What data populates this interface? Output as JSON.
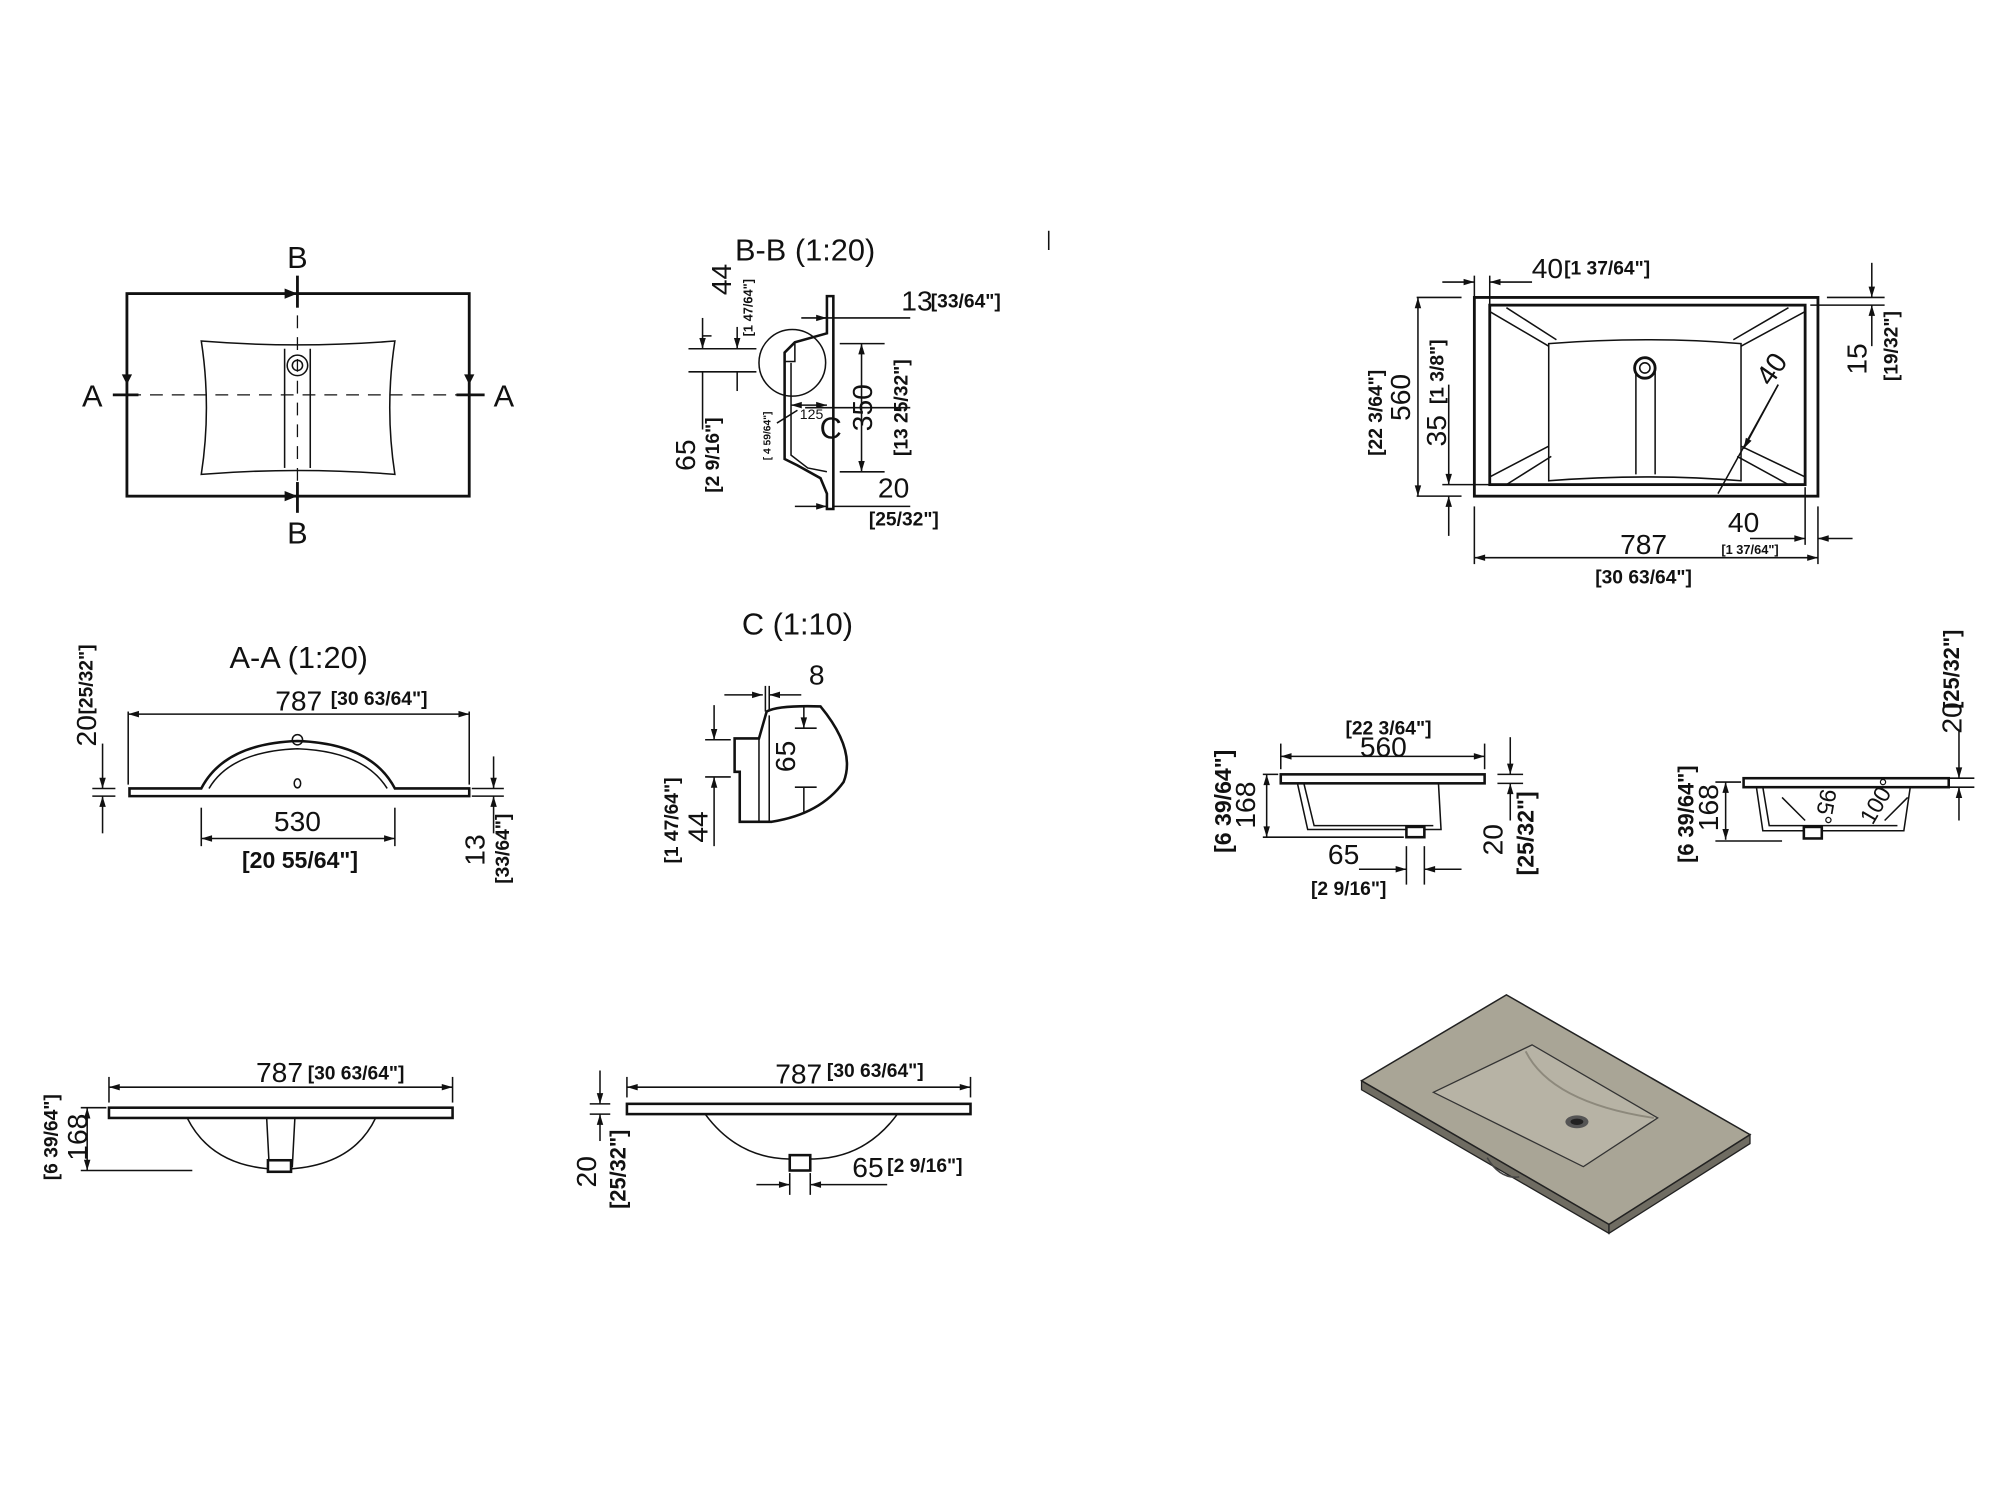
{
  "plan_view": {
    "section_b_top": "B",
    "section_b_bottom": "B",
    "section_a_left": "A",
    "section_a_right": "A"
  },
  "section_bb": {
    "title": "B-B (1:20)",
    "d44": "44",
    "d44_in": "[1 47/64\"]",
    "d13": "13",
    "d13_in": "[33/64\"]",
    "d350": "350",
    "d350_in": "[13 25/32\"]",
    "d65": "65",
    "d65_in": "[2 9/16\"]",
    "d125": "125",
    "d125_in": "[ 4 59/64\"]",
    "detail": "C",
    "d20": "20",
    "d20_in": "[25/32\"]"
  },
  "top_view": {
    "d40_top": "40",
    "d40_top_in": "[1 37/64\"]",
    "d15": "15",
    "d15_in": "[19/32\"]",
    "d560": "560",
    "d560_in": "[22 3/64\"]",
    "d35": "35",
    "d35_in": "[1 3/8\"]",
    "radius40": "40",
    "d787": "787",
    "d787_in": "[30 63/64\"]",
    "d40_bottom": "40",
    "d40_bottom_in": "[1 37/64\"]"
  },
  "section_aa": {
    "title": "A-A (1:20)",
    "d787": "787",
    "d787_in": "[30 63/64\"]",
    "d20": "20",
    "d20_in": "[25/32\"]",
    "d530": "530",
    "d530_in": "[20 55/64\"]",
    "d13": "13",
    "d13_in": "[33/64\"]"
  },
  "detail_c": {
    "title": "C (1:10)",
    "d8": "8",
    "d65": "65",
    "d44": "44",
    "d44_in": "[1 47/64\"]"
  },
  "side_view_1": {
    "d560_in": "[22 3/64\"]",
    "d560": "560",
    "d168": "168",
    "d168_in": "[6 39/64\"]",
    "d65": "65",
    "d65_in": "[2 9/16\"]",
    "d20": "20",
    "d20_in": "[25/32\"]"
  },
  "side_view_2": {
    "d20": "20",
    "d20_in": "[25/32\"]",
    "d168": "168",
    "d168_in": "[6 39/64\"]",
    "angle95": "95°",
    "angle100": "100°"
  },
  "front_view_1": {
    "d787": "787",
    "d787_in": "[30 63/64\"]",
    "d168": "168",
    "d168_in": "[6 39/64\"]"
  },
  "front_view_2": {
    "d787": "787",
    "d787_in": "[30 63/64\"]",
    "d20": "20",
    "d20_in": "[25/32\"]",
    "d65": "65",
    "d65_in": "[2 9/16\"]"
  },
  "colors": {
    "countertop": "#a9a596",
    "countertop_side": "#6f6c62",
    "basin": "#b7b3a5"
  }
}
